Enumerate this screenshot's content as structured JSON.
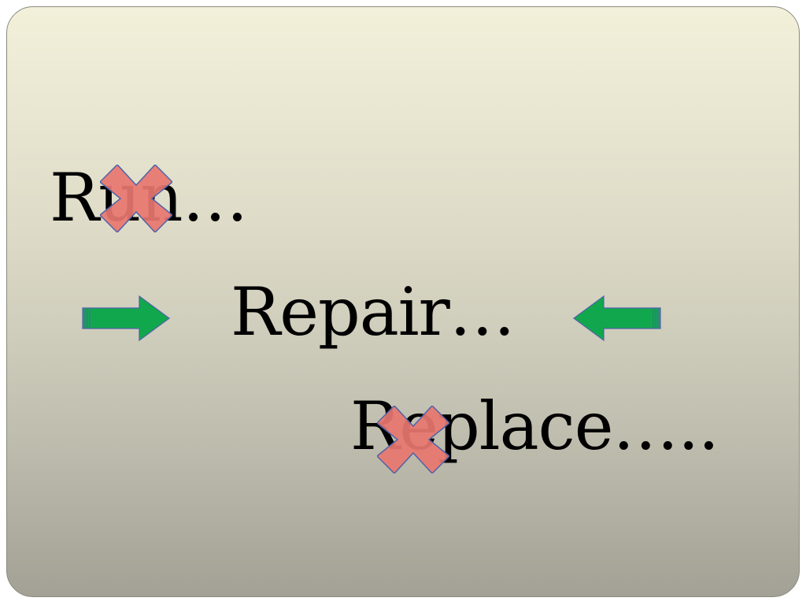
{
  "slide": {
    "line_run": "Run…",
    "line_repair": "Repair…",
    "line_replace": "Replace…..",
    "icons": {
      "cross": "cross-mark-icon",
      "arrow_right": "arrow-right-icon",
      "arrow_left": "arrow-left-icon"
    },
    "colors": {
      "cross_fill": "#e8766f",
      "cross_stroke": "#4f62a8",
      "arrow_fill": "#11a84d",
      "arrow_stroke": "#4f62a8"
    }
  }
}
